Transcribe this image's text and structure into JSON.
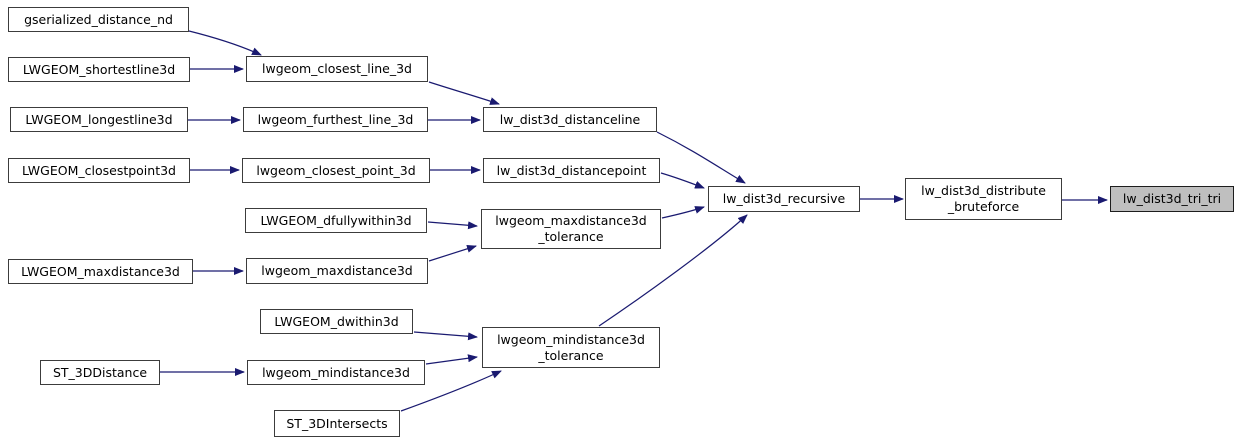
{
  "diagram": {
    "kind": "doxygen-call-graph",
    "colors": {
      "edge": "#1a1a70",
      "node_border": "#3c3c3c",
      "node_fill": "#ffffff",
      "highlight_fill": "#bfbfbf",
      "text": "#000000",
      "background": "#ffffff"
    },
    "nodes": {
      "gserialized_distance_nd": {
        "label": "gserialized_distance_nd",
        "highlighted": false
      },
      "LWGEOM_shortestline3d": {
        "label": "LWGEOM_shortestline3d",
        "highlighted": false
      },
      "lwgeom_closest_line_3d": {
        "label": "lwgeom_closest_line_3d",
        "highlighted": false
      },
      "LWGEOM_longestline3d": {
        "label": "LWGEOM_longestline3d",
        "highlighted": false
      },
      "lwgeom_furthest_line_3d": {
        "label": "lwgeom_furthest_line_3d",
        "highlighted": false
      },
      "lw_dist3d_distanceline": {
        "label": "lw_dist3d_distanceline",
        "highlighted": false
      },
      "LWGEOM_closestpoint3d": {
        "label": "LWGEOM_closestpoint3d",
        "highlighted": false
      },
      "lwgeom_closest_point_3d": {
        "label": "lwgeom_closest_point_3d",
        "highlighted": false
      },
      "lw_dist3d_distancepoint": {
        "label": "lw_dist3d_distancepoint",
        "highlighted": false
      },
      "LWGEOM_dfullywithin3d": {
        "label": "LWGEOM_dfullywithin3d",
        "highlighted": false
      },
      "lwgeom_maxdistance3d_tolerance": {
        "label": "lwgeom_maxdistance3d\n_tolerance",
        "highlighted": false
      },
      "LWGEOM_maxdistance3d": {
        "label": "LWGEOM_maxdistance3d",
        "highlighted": false
      },
      "lwgeom_maxdistance3d": {
        "label": "lwgeom_maxdistance3d",
        "highlighted": false
      },
      "lw_dist3d_recursive": {
        "label": "lw_dist3d_recursive",
        "highlighted": false
      },
      "lw_dist3d_distribute_bruteforce": {
        "label": "lw_dist3d_distribute\n_bruteforce",
        "highlighted": false
      },
      "lw_dist3d_tri_tri": {
        "label": "lw_dist3d_tri_tri",
        "highlighted": true
      },
      "LWGEOM_dwithin3d": {
        "label": "LWGEOM_dwithin3d",
        "highlighted": false
      },
      "ST_3DDistance": {
        "label": "ST_3DDistance",
        "highlighted": false
      },
      "lwgeom_mindistance3d": {
        "label": "lwgeom_mindistance3d",
        "highlighted": false
      },
      "lwgeom_mindistance3d_tolerance": {
        "label": "lwgeom_mindistance3d\n_tolerance",
        "highlighted": false
      },
      "ST_3DIntersects": {
        "label": "ST_3DIntersects",
        "highlighted": false
      }
    },
    "edges": [
      {
        "from": "gserialized_distance_nd",
        "to": "lwgeom_closest_line_3d"
      },
      {
        "from": "LWGEOM_shortestline3d",
        "to": "lwgeom_closest_line_3d"
      },
      {
        "from": "LWGEOM_longestline3d",
        "to": "lwgeom_furthest_line_3d"
      },
      {
        "from": "lwgeom_closest_line_3d",
        "to": "lw_dist3d_distanceline"
      },
      {
        "from": "lwgeom_furthest_line_3d",
        "to": "lw_dist3d_distanceline"
      },
      {
        "from": "LWGEOM_closestpoint3d",
        "to": "lwgeom_closest_point_3d"
      },
      {
        "from": "lwgeom_closest_point_3d",
        "to": "lw_dist3d_distancepoint"
      },
      {
        "from": "lw_dist3d_distanceline",
        "to": "lw_dist3d_recursive"
      },
      {
        "from": "lw_dist3d_distancepoint",
        "to": "lw_dist3d_recursive"
      },
      {
        "from": "LWGEOM_dfullywithin3d",
        "to": "lwgeom_maxdistance3d_tolerance"
      },
      {
        "from": "LWGEOM_maxdistance3d",
        "to": "lwgeom_maxdistance3d"
      },
      {
        "from": "lwgeom_maxdistance3d",
        "to": "lwgeom_maxdistance3d_tolerance"
      },
      {
        "from": "lwgeom_maxdistance3d_tolerance",
        "to": "lw_dist3d_recursive"
      },
      {
        "from": "LWGEOM_dwithin3d",
        "to": "lwgeom_mindistance3d_tolerance"
      },
      {
        "from": "ST_3DDistance",
        "to": "lwgeom_mindistance3d"
      },
      {
        "from": "lwgeom_mindistance3d",
        "to": "lwgeom_mindistance3d_tolerance"
      },
      {
        "from": "ST_3DIntersects",
        "to": "lwgeom_mindistance3d_tolerance"
      },
      {
        "from": "lwgeom_mindistance3d_tolerance",
        "to": "lw_dist3d_recursive"
      },
      {
        "from": "lw_dist3d_recursive",
        "to": "lw_dist3d_distribute_bruteforce"
      },
      {
        "from": "lw_dist3d_distribute_bruteforce",
        "to": "lw_dist3d_tri_tri"
      }
    ]
  }
}
